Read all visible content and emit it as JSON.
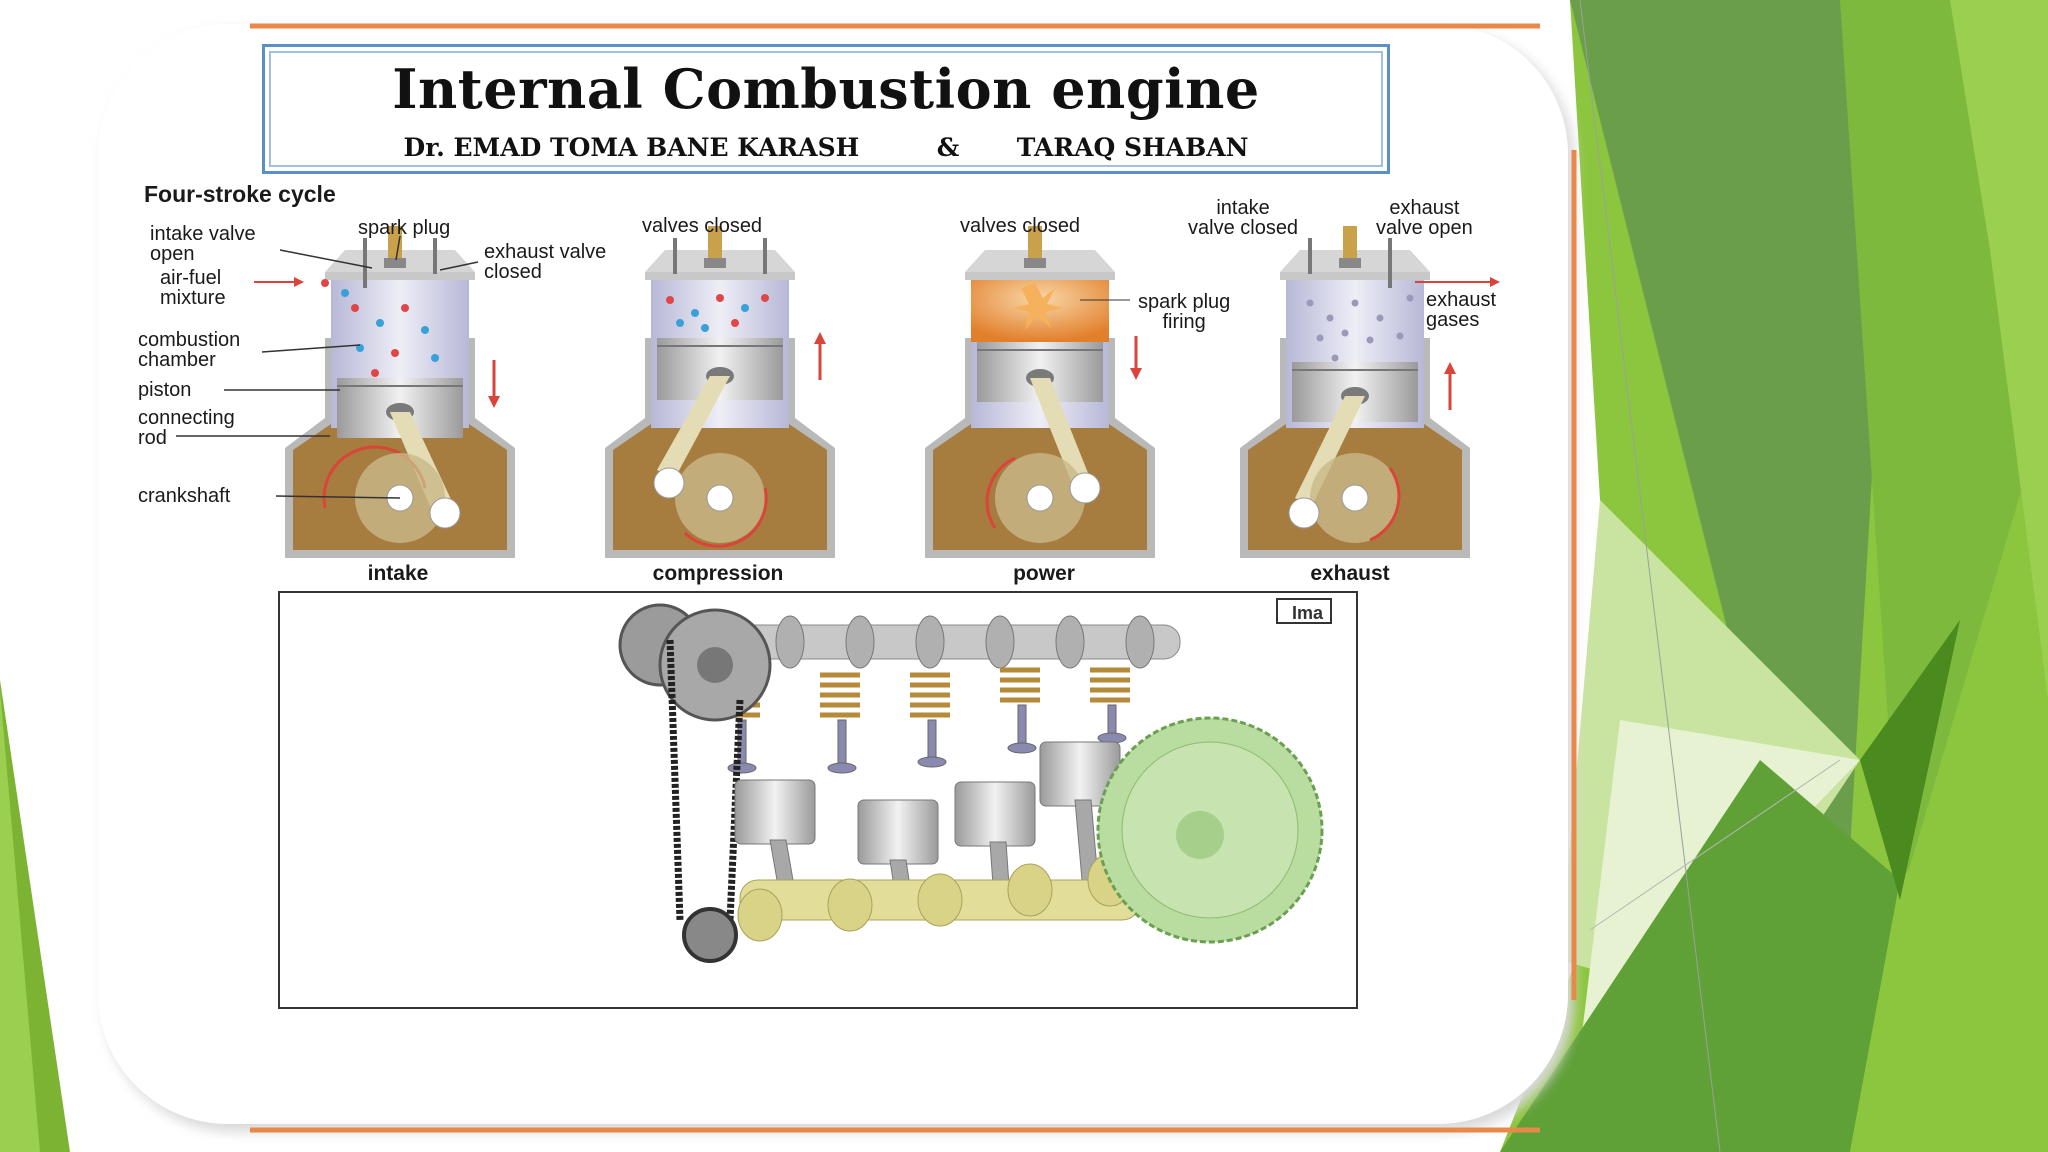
{
  "title": {
    "main": "Internal Combustion engine",
    "author1": "Dr. EMAD TOMA BANE KARASH",
    "separator": "&",
    "author2": "TARAQ SHABAN"
  },
  "diagram": {
    "heading": "Four-stroke cycle",
    "left_labels": {
      "intake_valve_open": [
        "intake valve",
        "open"
      ],
      "spark_plug": "spark plug",
      "exhaust_valve_closed": [
        "exhaust valve",
        "closed"
      ],
      "air_fuel_mixture": [
        "air-fuel",
        "mixture"
      ],
      "combustion_chamber": [
        "combustion",
        "chamber"
      ],
      "piston": "piston",
      "connecting_rod": [
        "connecting",
        "rod"
      ],
      "crankshaft": "crankshaft"
    },
    "stroke2_top": "valves closed",
    "stroke3_top": "valves closed",
    "spark_plug_firing": [
      "spark plug",
      "firing"
    ],
    "stroke4_intake_closed": [
      "intake",
      "valve closed"
    ],
    "stroke4_exhaust_open": [
      "exhaust",
      "valve open"
    ],
    "exhaust_gases": [
      "exhaust",
      "gases"
    ],
    "strokes": [
      "intake",
      "compression",
      "power",
      "exhaust"
    ]
  },
  "engine_image": {
    "badge": "Ima"
  },
  "colors": {
    "accent_green": "#7cb332",
    "dark_green": "#4f8f2a",
    "light_green": "#d8ebb5",
    "frame_orange": "#e8894a",
    "crankcase_brown": "#a77c3f",
    "cylinder_gray": "#d3d4e6"
  }
}
